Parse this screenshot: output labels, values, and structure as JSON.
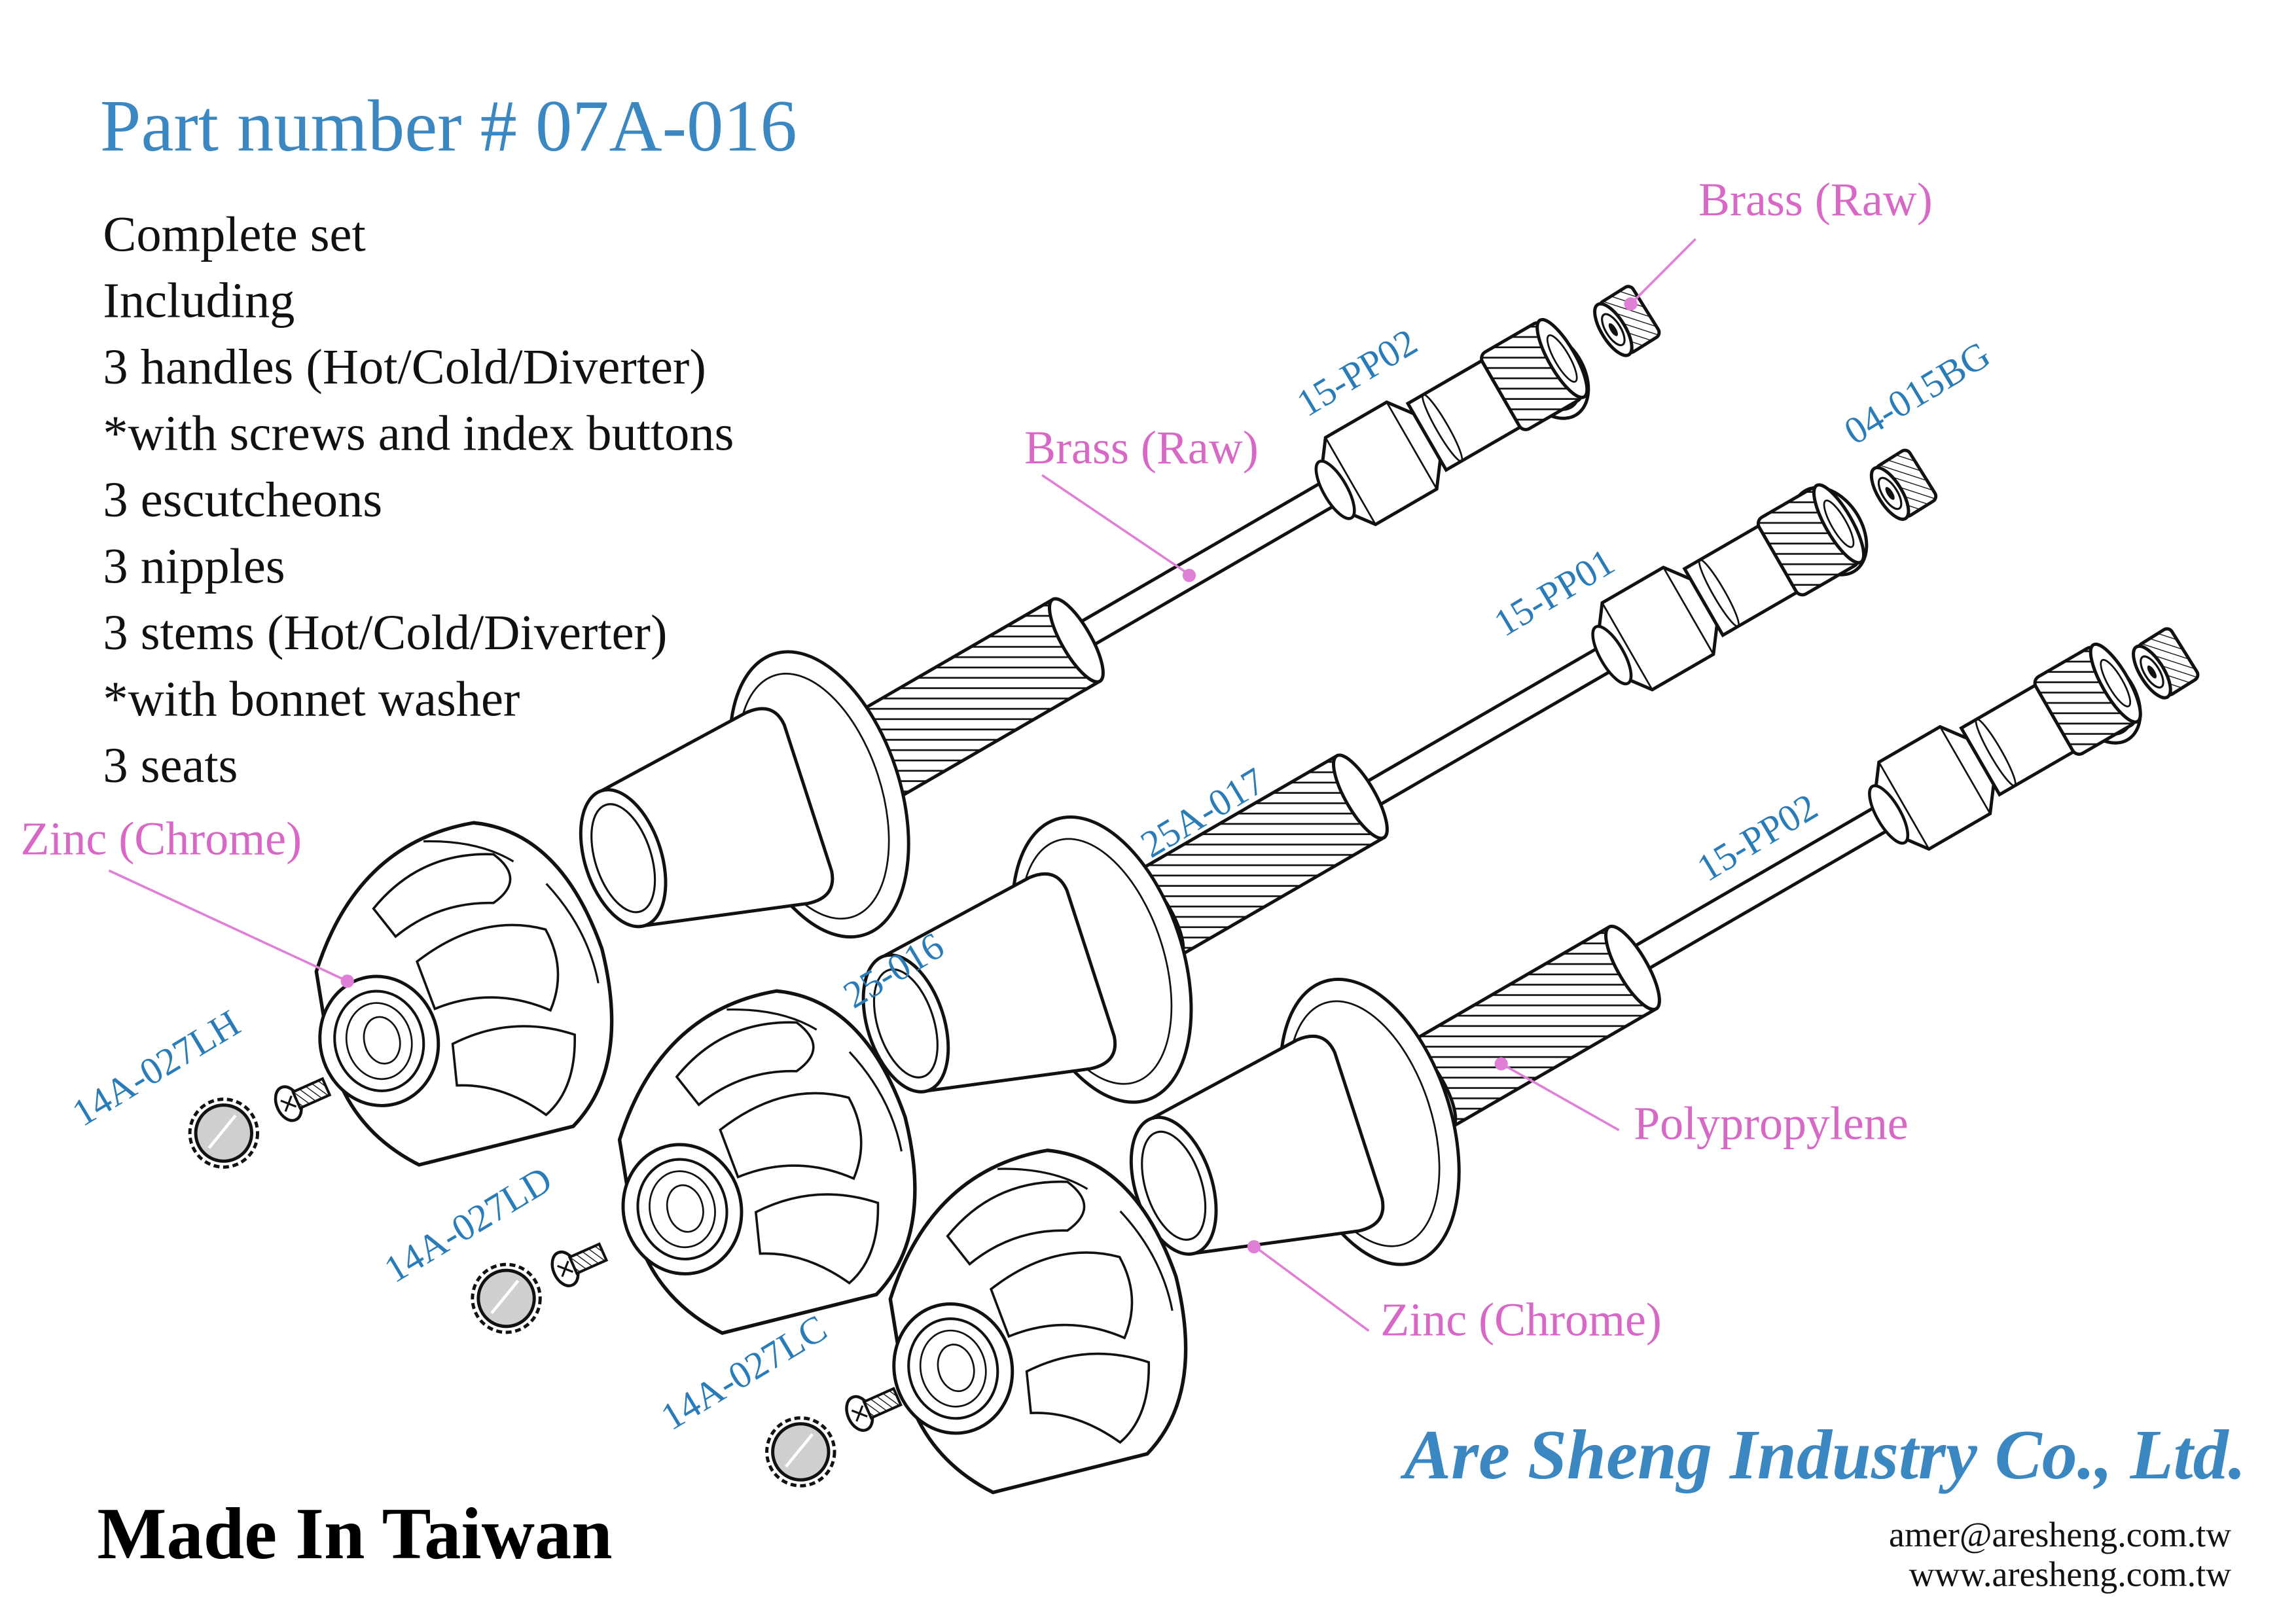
{
  "header": {
    "title": "Part number # 07A-016"
  },
  "specs": [
    "Complete set",
    "Including",
    "3 handles (Hot/Cold/Diverter)",
    "*with screws and index buttons",
    "3 escutcheons",
    "3 nipples",
    "3 stems (Hot/Cold/Diverter)",
    "*with bonnet washer",
    "3 seats"
  ],
  "footer": {
    "origin": "Made In Taiwan",
    "company": "Are Sheng Industry Co., Ltd.",
    "email": "amer@aresheng.com.tw",
    "website": "www.aresheng.com.tw"
  },
  "materials": {
    "seat": "Brass (Raw)",
    "stem": "Brass (Raw)",
    "handle": "Zinc (Chrome)",
    "nipple": "Polypropylene",
    "escutcheon": "Zinc (Chrome)"
  },
  "part_numbers": {
    "stem_top": "15-PP02",
    "seat": "04-015BG",
    "stem_middle": "15-PP01",
    "nipple": "25A-017",
    "stem_bottom": "15-PP02",
    "escutcheon": "25-016",
    "handle_hot": "14A-027LH",
    "handle_diverter": "14A-027LD",
    "handle_cold": "14A-027LC"
  },
  "colors": {
    "title": "#3a87c2",
    "part_number": "#2a7cb8",
    "material_label": "#d868c6",
    "leader_line": "#e07fd6",
    "line_art": "#111111"
  }
}
